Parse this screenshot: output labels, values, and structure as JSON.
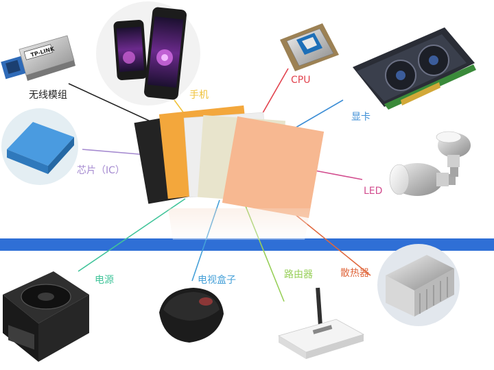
{
  "center": {
    "sheet_colors": [
      "#232323",
      "#f3a73c",
      "#eeeeee",
      "#e8e4cc",
      "#f7b891"
    ]
  },
  "band_color": "#2f6fd6",
  "applications": [
    {
      "id": "optical-module",
      "label": "无线模组",
      "color": "#222222",
      "icon": "sfp-optical-module"
    },
    {
      "id": "phone",
      "label": "手机",
      "color": "#f0c23a",
      "icon": "smartphone"
    },
    {
      "id": "cpu",
      "label": "CPU",
      "color": "#e2434e",
      "icon": "cpu-chip"
    },
    {
      "id": "graphics-card",
      "label": "显卡",
      "color": "#3d8ed6",
      "icon": "graphics-card"
    },
    {
      "id": "chip",
      "label": "芯片（IC）",
      "color": "#a58ad0",
      "icon": "ic-chip-pad"
    },
    {
      "id": "led",
      "label": "LED",
      "color": "#d24c8e",
      "icon": "led-bulb"
    },
    {
      "id": "power-supply",
      "label": "电源",
      "color": "#41c49a",
      "icon": "power-supply-unit"
    },
    {
      "id": "tv-box",
      "label": "电视盒子",
      "color": "#45a0d8",
      "icon": "tv-box"
    },
    {
      "id": "router",
      "label": "路由器",
      "color": "#97cf58",
      "icon": "wifi-router"
    },
    {
      "id": "heatsink",
      "label": "散热器",
      "color": "#e0683e",
      "icon": "heatsink"
    }
  ]
}
